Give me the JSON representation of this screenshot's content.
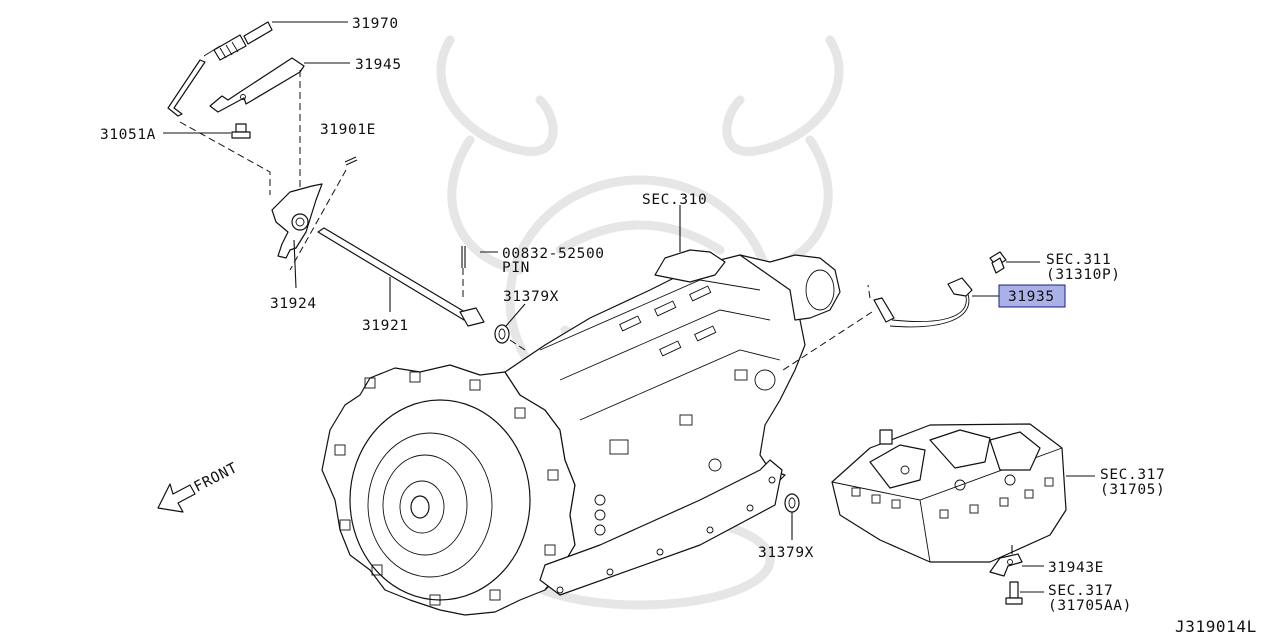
{
  "colors": {
    "highlight": "#aab0e8",
    "line": "#111111",
    "watermark": "#e9e9e9"
  },
  "watermark": {
    "icon": "samurai-helmet-logo"
  },
  "labels": {
    "p31970": "31970",
    "p31945": "31945",
    "p31051A": "31051A",
    "p31901E": "31901E",
    "p31924": "31924",
    "p31921": "31921",
    "p00832_line1": "00832-52500",
    "p00832_line2": "PIN",
    "p31379X_top": "31379X",
    "p31379X_bottom": "31379X",
    "sec310": "SEC.310",
    "sec311_line1": "SEC.311",
    "sec311_line2": "(31310P)",
    "p31935": "31935",
    "sec317a_line1": "SEC.317",
    "sec317a_line2": "(31705)",
    "p31943E": "31943E",
    "sec317b_line1": "SEC.317",
    "sec317b_line2": "(31705AA)",
    "front": "FRONT",
    "diagram_code": "J319014L"
  }
}
